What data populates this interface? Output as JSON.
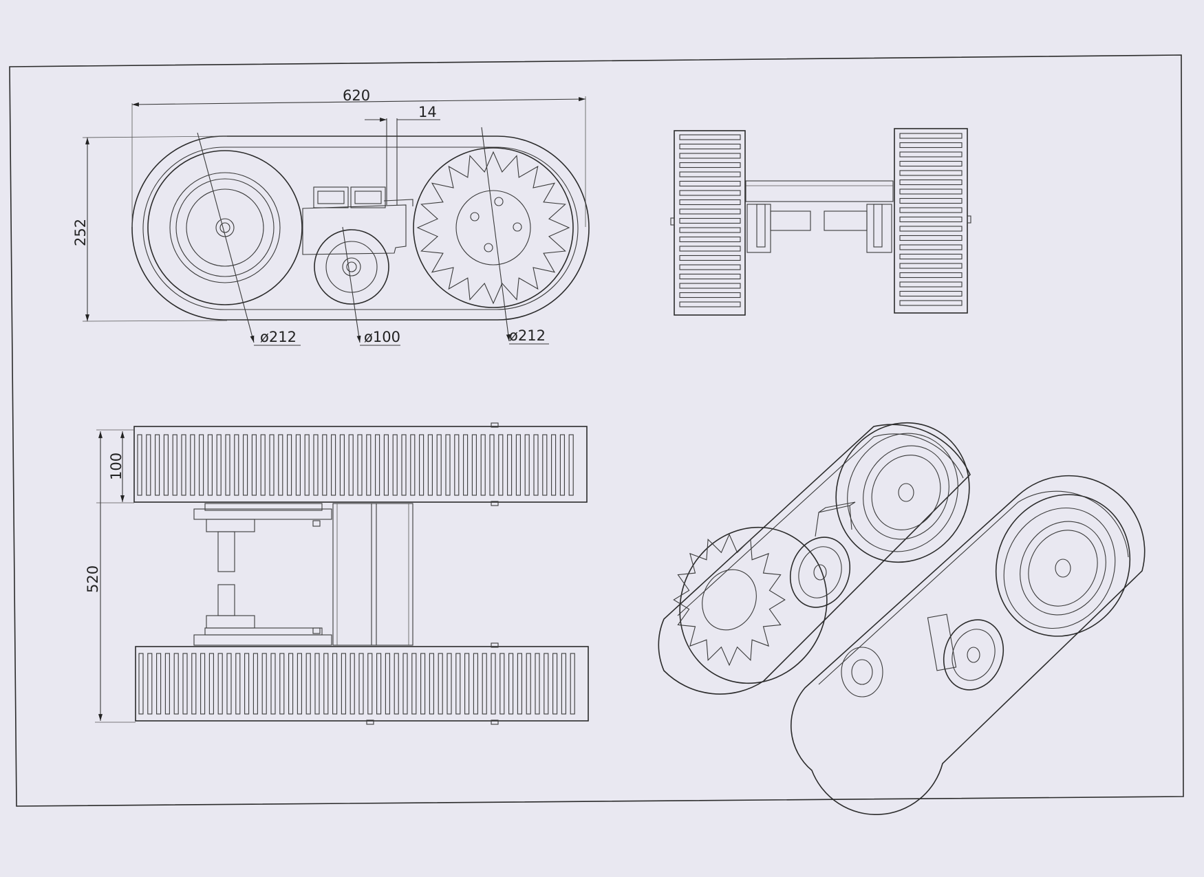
{
  "drawing": {
    "dimensions": {
      "overall_length": "620",
      "post_width": "14",
      "overall_height": "252",
      "track_width": "100",
      "overall_width": "520"
    },
    "diameters": {
      "rear_wheel": "ø212",
      "road_wheel": "ø100",
      "drive_sprocket": "ø212"
    },
    "views": [
      "side-view",
      "front-view",
      "top-view",
      "isometric-view"
    ]
  }
}
